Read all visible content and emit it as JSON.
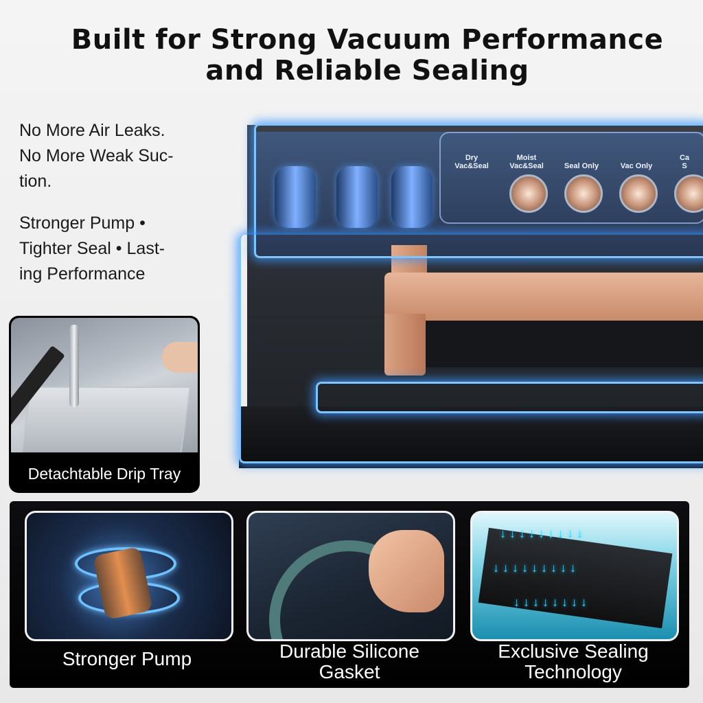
{
  "headline": {
    "line1": "Built for Strong Vacuum Performance",
    "line2": "and Reliable Sealing"
  },
  "claims": {
    "paragraph1": [
      "No More Air Leaks.",
      "No More Weak Suc-",
      "tion."
    ],
    "paragraph2": [
      "Stronger Pump •",
      "Tighter Seal • Last-",
      "ing Performance"
    ]
  },
  "control_panel": {
    "buttons": [
      {
        "line1": "Dry",
        "line2": "Vac&Seal"
      },
      {
        "line1": "Moist",
        "line2": "Vac&Seal"
      },
      {
        "line1": "Seal Only",
        "line2": ""
      },
      {
        "line1": "Vac Only",
        "line2": ""
      },
      {
        "line1": "Ca",
        "line2": "S"
      }
    ]
  },
  "drip_tray": {
    "label": "Detachtable Drip Tray"
  },
  "features": [
    {
      "label": "Stronger Pump",
      "icon": "pump-motor-icon"
    },
    {
      "label_line1": "Durable Silicone",
      "label_line2": "Gasket",
      "icon": "silicone-gasket-icon"
    },
    {
      "label_line1": "Exclusive Sealing",
      "label_line2": "Technology",
      "icon": "sealing-bar-icon"
    }
  ],
  "colors": {
    "glow": "#7fc4ff",
    "handle": "#d29b7c",
    "strip_bg": "#000000",
    "text": "#111111"
  }
}
